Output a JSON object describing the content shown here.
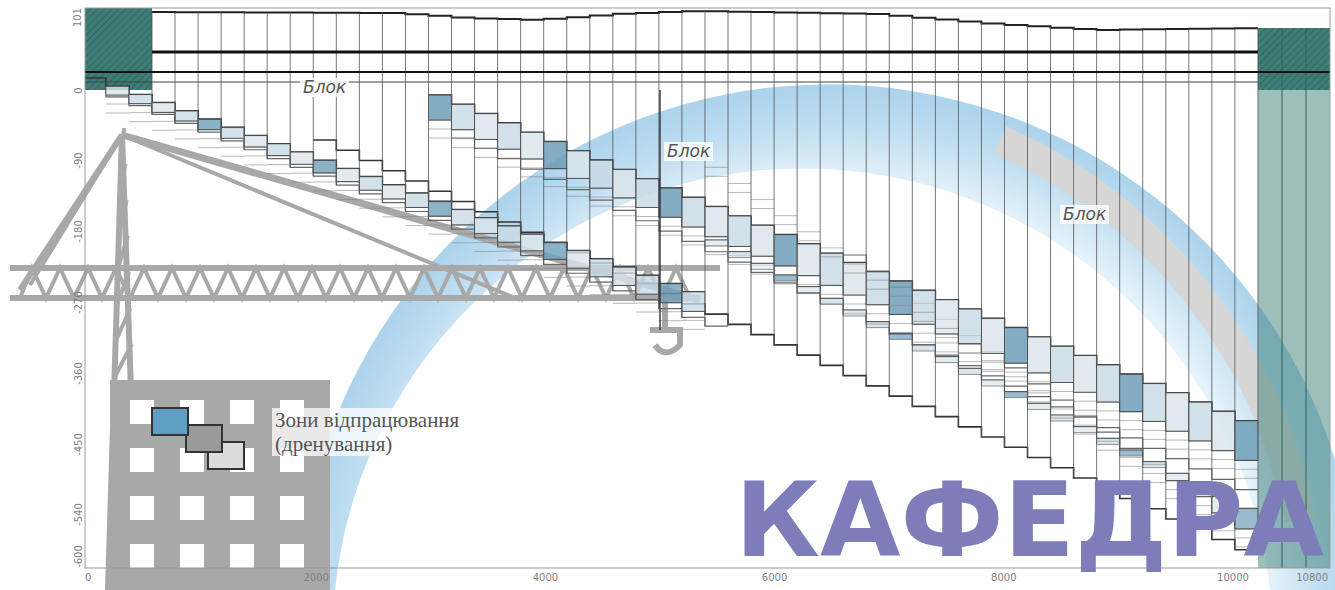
{
  "diagram": {
    "labels": [
      "101",
      "0",
      "-90",
      "-180",
      "-270",
      "-360",
      "-450",
      "-540",
      "-600",
      "0",
      "2000",
      "4000",
      "6000",
      "8000",
      "10000",
      "10800",
      "Блок",
      "Блок",
      "Блок",
      "КАФЕДРА"
    ],
    "legend": [
      {
        "text": "Зони відпрацювання (дренування)",
        "color": "#5f9fc4"
      }
    ]
  }
}
